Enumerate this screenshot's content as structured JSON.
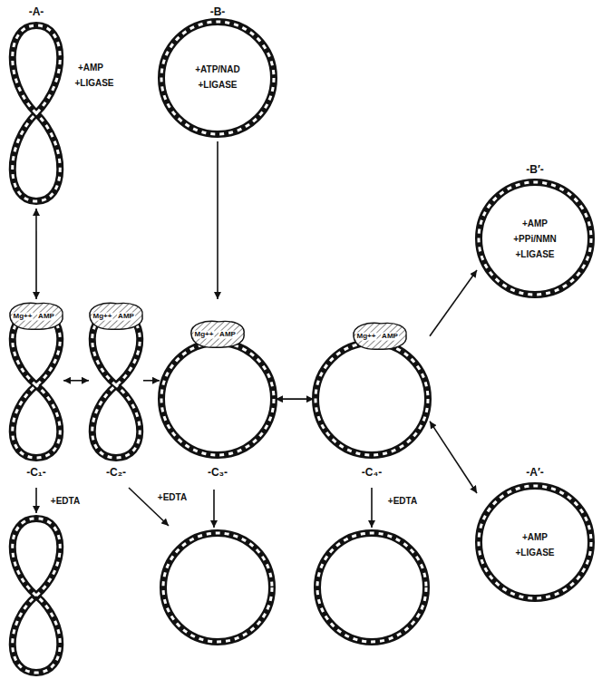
{
  "diagram": {
    "nodes": [
      {
        "text": [
          "-A-",
          "+AMP",
          "+LIGASE"
        ]
      },
      {
        "text": [
          "-B-",
          "+ATP/NAD",
          "+LIGASE"
        ]
      },
      {
        "text": [
          "-C₁-"
        ]
      },
      {
        "text": [
          "Mg++",
          "AMP"
        ],
        "in": 2
      },
      {
        "text": [
          "-C₂-"
        ]
      },
      {
        "text": [
          "Mg++",
          "AMP"
        ],
        "in": 4
      },
      {
        "text": [
          "-C₃-"
        ]
      },
      {
        "text": [
          "Mg++",
          "AMP"
        ],
        "in": 6
      },
      {
        "text": [
          "-C₄-"
        ]
      },
      {
        "text": [
          "Mg++",
          "AMP"
        ],
        "in": 8
      },
      {
        "text": [
          "-B′-",
          "+AMP",
          "+PPi/NMN",
          "+LIGASE"
        ]
      },
      {
        "text": [
          "-A′-",
          "+AMP",
          "+LIGASE"
        ]
      }
    ],
    "edges": [
      {
        "from": 0,
        "to": 2,
        "arrow": "both"
      },
      {
        "from": 2,
        "to": 4,
        "arrow": "both"
      },
      {
        "from": 4,
        "to": 6,
        "arrow": "to"
      },
      {
        "from": 1,
        "to": 6,
        "arrow": "to"
      },
      {
        "from": 6,
        "to": 8,
        "arrow": "both"
      },
      {
        "from": 8,
        "to": 10,
        "arrow": "to"
      },
      {
        "from": 8,
        "to": 11,
        "arrow": "both"
      }
    ],
    "labels": [
      "+EDTA",
      "+EDTA",
      "+EDTA"
    ]
  }
}
